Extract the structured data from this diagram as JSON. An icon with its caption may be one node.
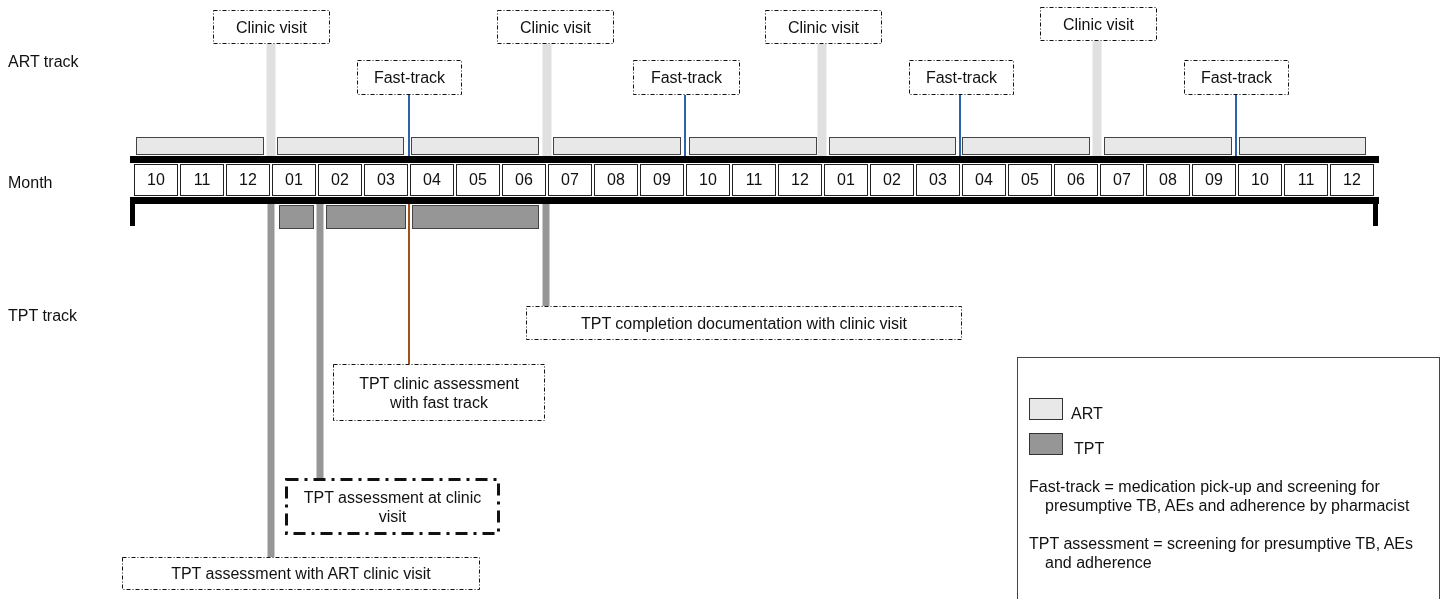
{
  "diagram": {
    "nodes": [
      {
        "text": [
          "Clinic visit"
        ]
      },
      {
        "text": [
          "Fast-track"
        ]
      },
      {
        "text": [
          "Clinic visit"
        ]
      },
      {
        "text": [
          "Fast-track"
        ]
      },
      {
        "text": [
          "Clinic visit"
        ]
      },
      {
        "text": [
          "Fast-track"
        ]
      },
      {
        "text": [
          "Clinic visit"
        ]
      },
      {
        "text": [
          "Fast-track"
        ]
      },
      {
        "text": [
          "TPT completion documentation with clinic visit"
        ]
      },
      {
        "text": [
          "TPT clinic assessment with fast track"
        ]
      },
      {
        "text": [
          "TPT assessment at clinic visit"
        ]
      },
      {
        "text": [
          "TPT assessment with ART clinic visit"
        ]
      },
      {
        "text": [],
        "shape": "bar"
      },
      {
        "text": [],
        "shape": "bar"
      },
      {
        "text": [],
        "shape": "bar"
      },
      {
        "text": [],
        "shape": "bar"
      },
      {
        "text": [],
        "shape": "bar"
      },
      {
        "text": [],
        "shape": "bar"
      },
      {
        "text": [],
        "shape": "bar"
      },
      {
        "text": [],
        "shape": "bar"
      },
      {
        "text": [],
        "shape": "bar"
      },
      {
        "text": [],
        "shape": "bar"
      },
      {
        "text": [],
        "shape": "bar"
      },
      {
        "text": [],
        "shape": "bar"
      },
      {
        "text": [],
        "shape": "bar"
      }
    ],
    "edges": [
      {
        "from": 0,
        "to": 12,
        "arrow": "none",
        "color": "#e0e0e0"
      },
      {
        "from": 1,
        "to": 12,
        "arrow": "none",
        "color": "#2e62ad"
      },
      {
        "from": 2,
        "to": 12,
        "arrow": "none",
        "color": "#e0e0e0"
      },
      {
        "from": 3,
        "to": 12,
        "arrow": "none",
        "color": "#2e62ad"
      },
      {
        "from": 4,
        "to": 12,
        "arrow": "none",
        "color": "#e0e0e0"
      },
      {
        "from": 5,
        "to": 12,
        "arrow": "none",
        "color": "#2e62ad"
      },
      {
        "from": 6,
        "to": 12,
        "arrow": "none",
        "color": "#e0e0e0"
      },
      {
        "from": 7,
        "to": 12,
        "arrow": "none",
        "color": "#2e62ad"
      },
      {
        "from": 8,
        "to": 12,
        "arrow": "none",
        "color": "#969696"
      },
      {
        "from": 9,
        "to": 12,
        "arrow": "none",
        "color": "#a0521a"
      },
      {
        "from": 10,
        "to": 12,
        "arrow": "none",
        "color": "#969696"
      },
      {
        "from": 11,
        "to": 12,
        "arrow": "none",
        "color": "#969696"
      }
    ],
    "labels": [
      "ART track",
      "Month",
      "TPT track",
      "10",
      "11",
      "12",
      "01",
      "02",
      "03",
      "04",
      "05",
      "06",
      "07",
      "08",
      "09",
      "10",
      "11",
      "12",
      "01",
      "02",
      "03",
      "04",
      "05",
      "06",
      "07",
      "08",
      "09",
      "10",
      "11",
      "12",
      "Fast-track = medication pick-up and screening for presumptive TB, AEs and adherence by pharmacist",
      "TPT assessment = screening for presumptive TB, AEs and adherence"
    ],
    "legend": [
      {
        "text": "ART",
        "color": "#e8e8e8"
      },
      {
        "text": "TPT",
        "color": "#969696"
      }
    ]
  }
}
